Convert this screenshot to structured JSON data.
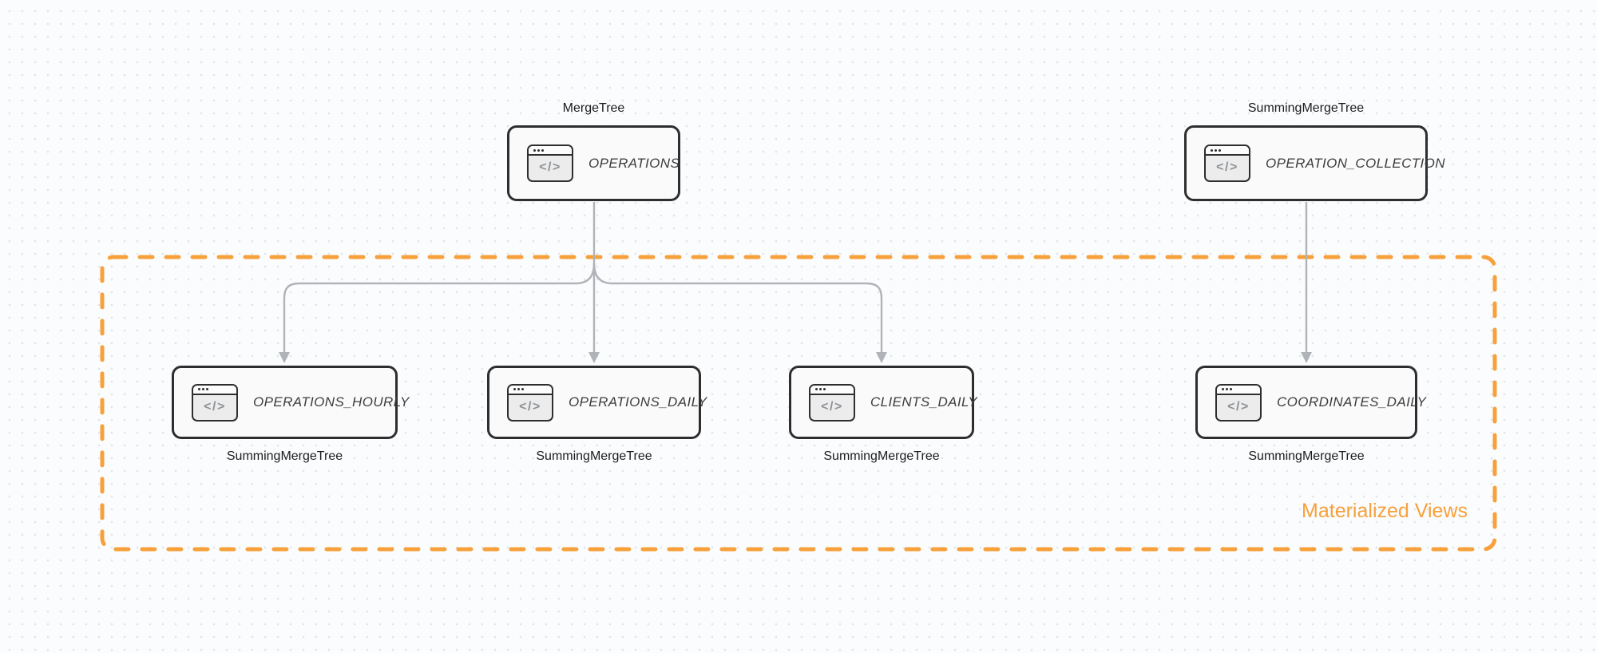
{
  "diagram": {
    "materialized_views_label": "Materialized Views"
  },
  "icons": {
    "code_window_glyph": "</>"
  },
  "nodes": [
    {
      "id": "operations",
      "engine": "MergeTree",
      "engine_label_position": "top",
      "table": "OPERATIONS"
    },
    {
      "id": "operation_collection",
      "engine": "SummingMergeTree",
      "engine_label_position": "top",
      "table": "OPERATION_COLLECTION"
    },
    {
      "id": "operations_hourly",
      "engine": "SummingMergeTree",
      "engine_label_position": "bottom",
      "table": "OPERATIONS_HOURLY"
    },
    {
      "id": "operations_daily",
      "engine": "SummingMergeTree",
      "engine_label_position": "bottom",
      "table": "OPERATIONS_DAILY"
    },
    {
      "id": "clients_daily",
      "engine": "SummingMergeTree",
      "engine_label_position": "bottom",
      "table": "CLIENTS_DAILY"
    },
    {
      "id": "coordinates_daily",
      "engine": "SummingMergeTree",
      "engine_label_position": "bottom",
      "table": "COORDINATES_DAILY"
    }
  ],
  "edges": [
    {
      "from": "OPERATIONS",
      "to": "OPERATIONS_HOURLY"
    },
    {
      "from": "OPERATIONS",
      "to": "OPERATIONS_DAILY"
    },
    {
      "from": "OPERATIONS",
      "to": "CLIENTS_DAILY"
    },
    {
      "from": "OPERATION_COLLECTION",
      "to": "COORDINATES_DAILY"
    }
  ],
  "theme": {
    "accent_orange": "#F7A13C",
    "edge_gray": "#B0B3B7",
    "node_border": "#2E2E30",
    "node_fill": "#FAFAFA",
    "icon_glyph": "#8E9297",
    "text_dark": "#1C1C1E",
    "table_text": "#3D3D3F",
    "canvas_bg": "#FBFCFD",
    "dot_color": "#E2E5E8"
  }
}
